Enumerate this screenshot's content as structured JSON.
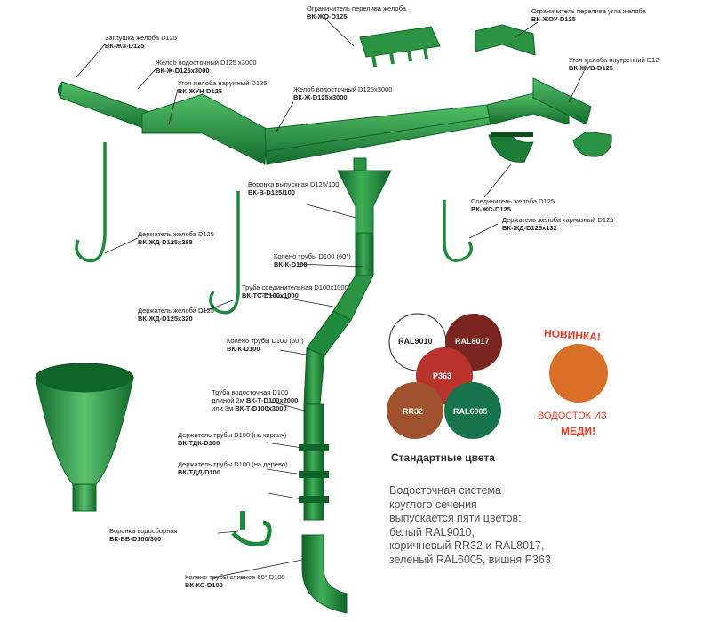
{
  "colors": {
    "green": "#1f8a3c",
    "green_dark": "#0f6428",
    "green_light": "#4db862",
    "white": "#ffffff",
    "brown_8017": "#7a2520",
    "cherry_p363": "#b8332c",
    "brown_rr32": "#a0522d",
    "green_6005": "#17744a",
    "copper": "#d9702a",
    "red_text": "#e53a26"
  },
  "labels": [
    {
      "id": "zaglushka",
      "name": "Заглушка желоба D125",
      "code": "ВК-ЖЗ-D125"
    },
    {
      "id": "zhelob1",
      "name": "Желоб водосточный D125 x3000",
      "code": "ВК-Ж-D125x3000"
    },
    {
      "id": "ugol_nar",
      "name": "Угол желоба наружный D125",
      "code": "ВК-ЖУН-D125"
    },
    {
      "id": "zhelob2",
      "name": "Желоб водосточный D125x3000",
      "code": "ВК-Ж-D125x3000"
    },
    {
      "id": "ogr_pereliva",
      "name": "Ограничитель перелива желоба",
      "code": "ВК-ЖО-D125"
    },
    {
      "id": "ogr_ugla",
      "name": "Ограничитель перелива угла желоба",
      "code": "ВК-ЖОУ-D125"
    },
    {
      "id": "ugol_vn",
      "name": "Угол желоба внутренний D12",
      "code": "ВК-ЖУВ-D125"
    },
    {
      "id": "voronka",
      "name": "Воронка выпускная D125/100",
      "code": "ВК-В-D125/100"
    },
    {
      "id": "soedinitel",
      "name": "Соединитель желоба D125",
      "code": "ВК-ЖС-D125"
    },
    {
      "id": "derzh_karn",
      "name": "Держатель желоба карнизный D125",
      "code": "ВК-ЖД-D125x132"
    },
    {
      "id": "derzh288",
      "name": "Держатель желоба D125",
      "code": "ВК-ЖД-D125x288"
    },
    {
      "id": "koleno1",
      "name": "Колено трубы D100 (60°)",
      "code": "ВК-К-D100"
    },
    {
      "id": "truba_soed",
      "name": "Труба соединительная D100x1000",
      "code": "ВК-ТС-D100x1000"
    },
    {
      "id": "derzh320",
      "name": "Держатель желоба D125",
      "code": "ВК-ЖД-D125x320"
    },
    {
      "id": "koleno2",
      "name": "Колено трубы D100 (60°)",
      "code": "ВК-К-D100"
    },
    {
      "id": "derzh_kirp",
      "name": "Держатель трубы D100 (на кирпич)",
      "code": "ВК-ТДК-D100"
    },
    {
      "id": "derzh_der",
      "name": "Держатель трубы D100 (на дерево)",
      "code": "ВК-ТДД-D100"
    },
    {
      "id": "voronka_vodosb",
      "name": "Воронка водосборная",
      "code": "ВК-ВВ-D100/300"
    },
    {
      "id": "koleno_sliv",
      "name": "Колено трубы сливное 60° D100",
      "code": "ВК-КС-D100"
    }
  ],
  "truba": {
    "name": "Труба водосточная D100",
    "line2_prefix": "длиной 2м",
    "line2_code": "ВК-Т-D100x2000",
    "line3_prefix": "или 3м",
    "line3_code": "ВК-Т-D100x3000"
  },
  "swatches": [
    "RAL9010",
    "RAL8017",
    "P363",
    "RR32",
    "RAL6005"
  ],
  "standard_colors_title": "Стандартные цвета",
  "description_lines": [
    "Водосточная система",
    "круглого сечения",
    "выпускается пяти цветов:",
    "белый RAL9010,",
    "коричневый RR32 и RAL8017,",
    "зеленый RAL6005, вишня P363"
  ],
  "new_badge": "НОВИНКА!",
  "copper_line1": "ВОДОСТОК ИЗ",
  "copper_line2": "МЕДИ!"
}
